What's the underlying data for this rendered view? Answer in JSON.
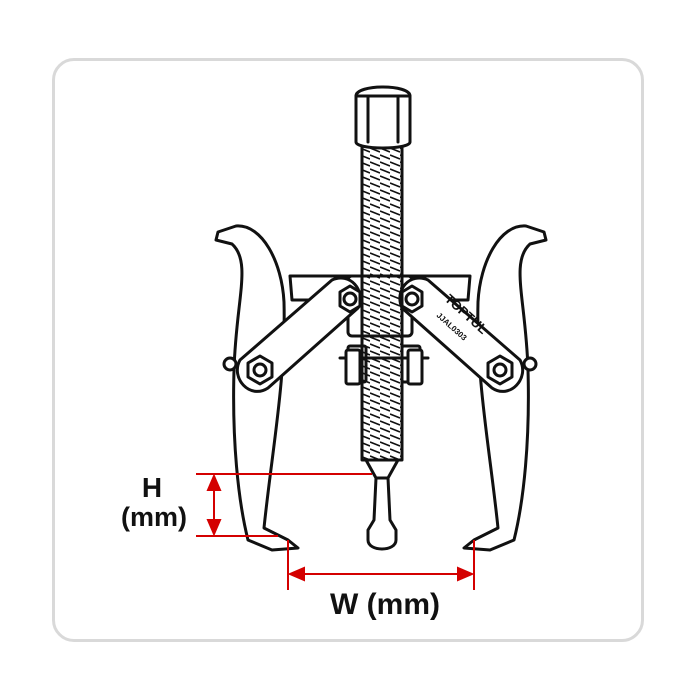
{
  "brand_mark": "TOPTUL",
  "model_code": "JJAL0303",
  "labels": {
    "height_letter": "H",
    "height_unit": "(mm)",
    "width": "W (mm)"
  },
  "colors": {
    "line": "#111111",
    "dimension": "#d40000",
    "frame": "#d9d9d9"
  }
}
